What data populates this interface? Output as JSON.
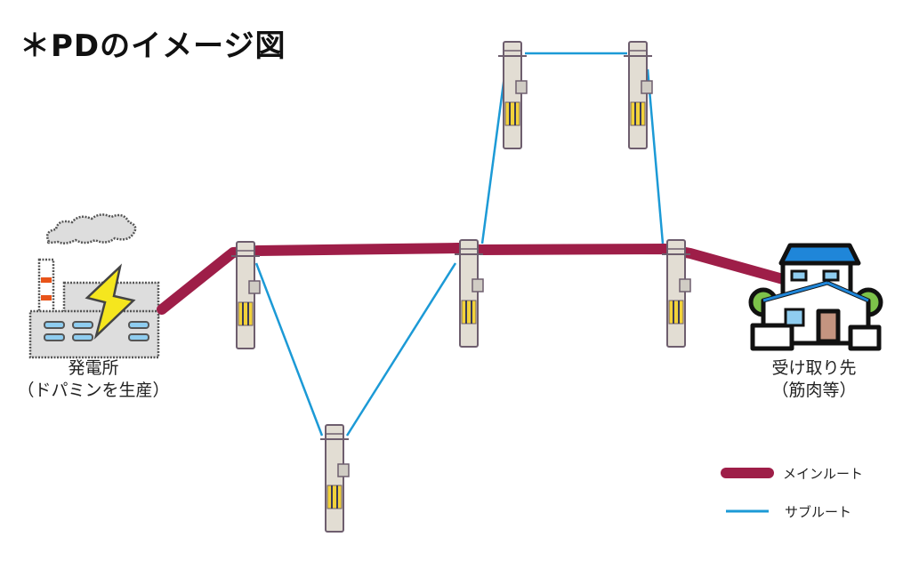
{
  "title": "＊PDのイメージ図",
  "source": {
    "name": "発電所",
    "note": "（ドパミンを生産）"
  },
  "destination": {
    "name": "受け取り先",
    "note": "（筋肉等）"
  },
  "legend": {
    "main_route": "メインルート",
    "sub_route": "サブルート"
  },
  "colors": {
    "main_route": "#9e1e48",
    "sub_route": "#1c9ad6",
    "roof": "#1f86d9",
    "bolt": "#f5e61e",
    "tree": "#7dc24a"
  }
}
